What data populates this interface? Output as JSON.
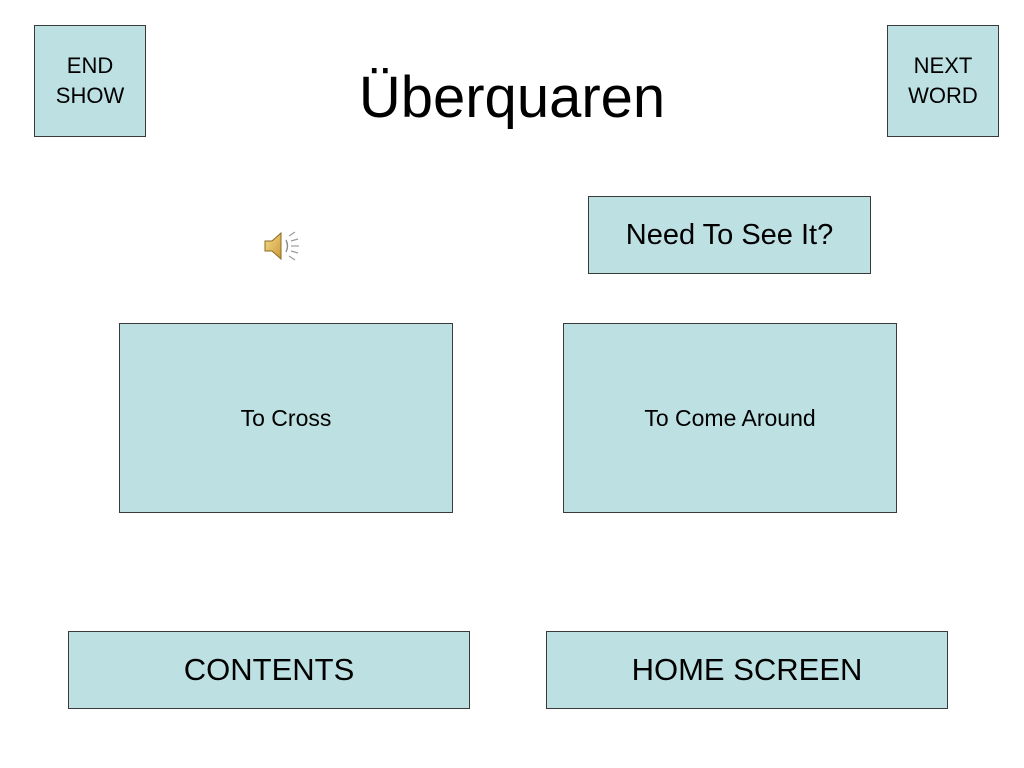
{
  "slide": {
    "title": "Überquaren",
    "nav": {
      "end_show_line1": "END",
      "end_show_line2": "SHOW",
      "next_word_line1": "NEXT",
      "next_word_line2": "WORD"
    },
    "need_to_see_label": "Need To See It?",
    "answers": {
      "left": "To Cross",
      "right": "To Come Around"
    },
    "footer": {
      "contents_label": "CONTENTS",
      "home_screen_label": "HOME SCREEN"
    },
    "icons": {
      "audio": "speaker-icon"
    },
    "colors": {
      "button_fill": "#bde0e3",
      "button_border": "#3a3a3a",
      "text": "#000000",
      "background": "#ffffff"
    }
  }
}
